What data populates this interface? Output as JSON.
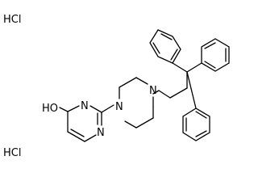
{
  "salt": {
    "top_label": "HCl",
    "bottom_label": "HCl"
  },
  "atoms": {
    "hydroxyl": "HO",
    "pyrimidine_n1": "N",
    "pyrimidine_n3": "N",
    "piperazine_n1": "N",
    "piperazine_n4": "N"
  },
  "colors": {
    "carbon": "#000000",
    "nitrogen": "#3333cc",
    "oxygen": "#cc0000",
    "chlorine": "#000000"
  }
}
